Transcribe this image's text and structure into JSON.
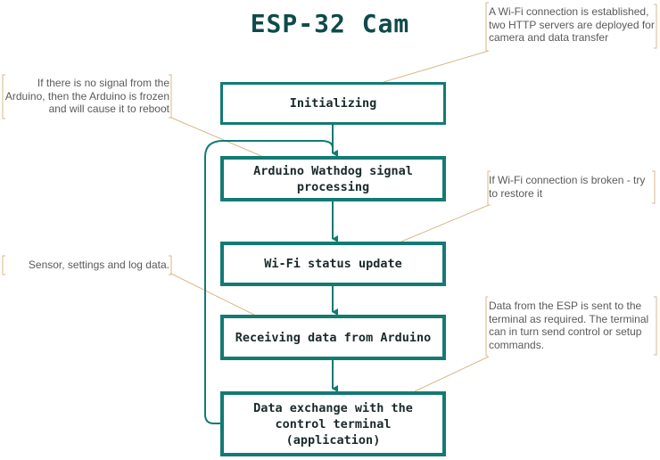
{
  "diagram": {
    "title": "ESP-32 Cam",
    "colors": {
      "box_border": "#137a74",
      "title": "#0f4a4a",
      "annotation_line": "#d9b98a",
      "annotation_text": "#5a5a5a"
    },
    "steps": [
      {
        "id": "init",
        "label": "Initializing"
      },
      {
        "id": "watchdog",
        "label": "Arduino Wathdog signal processing"
      },
      {
        "id": "wifi",
        "label": "Wi-Fi status update"
      },
      {
        "id": "receive",
        "label": "Receiving data from Arduino"
      },
      {
        "id": "exchange",
        "label": "Data exchange with the control terminal (application)"
      }
    ],
    "notes": [
      {
        "target": "init",
        "text": "A Wi-Fi connection is established, two HTTP servers are deployed for camera and data transfer"
      },
      {
        "target": "watchdog",
        "text": "If there is no signal from the Arduino, then the Arduino is frozen and will cause it to reboot"
      },
      {
        "target": "wifi",
        "text": "If Wi-Fi connection is broken - try to restore it"
      },
      {
        "target": "receive",
        "text": "Sensor, settings and log data."
      },
      {
        "target": "exchange",
        "text": "Data from the ESP is sent to the terminal as required. The terminal can in turn send control or setup commands."
      }
    ],
    "loop": {
      "from": "exchange",
      "to": "watchdog"
    }
  }
}
